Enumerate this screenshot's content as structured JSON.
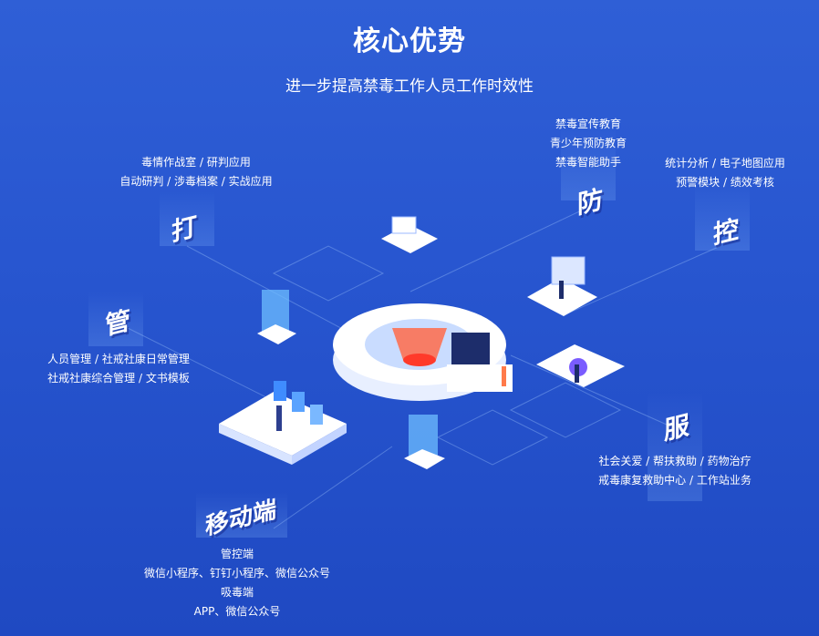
{
  "header": {
    "title": "核心优势",
    "subtitle": "进一步提高禁毒工作人员工作时效性"
  },
  "modules": {
    "da": {
      "glyph": "打",
      "lines": [
        "毒情作战室 / 研判应用",
        "自动研判 / 涉毒档案 / 实战应用"
      ]
    },
    "fang": {
      "glyph": "防",
      "lines": [
        "禁毒宣传教育",
        "青少年预防教育",
        "禁毒智能助手"
      ]
    },
    "kong": {
      "glyph": "控",
      "lines": [
        "统计分析 / 电子地图应用",
        "预警模块 / 绩效考核"
      ]
    },
    "guan": {
      "glyph": "管",
      "lines": [
        "人员管理 / 社戒社康日常管理",
        "社戒社康综合管理 / 文书模板"
      ]
    },
    "fu": {
      "glyph": "服",
      "lines": [
        "社会关爱 / 帮扶救助 / 药物治疗",
        "戒毒康复救助中心 / 工作站业务"
      ]
    },
    "mobile": {
      "glyph": "移动端",
      "lines": [
        "管控端",
        "微信小程序、钉钉小程序、微信公众号",
        "吸毒端",
        "APP、微信公众号"
      ]
    }
  },
  "colors": {
    "background": "#2755cf",
    "accent": "#ff5a3c",
    "tile": "#ffffff"
  }
}
